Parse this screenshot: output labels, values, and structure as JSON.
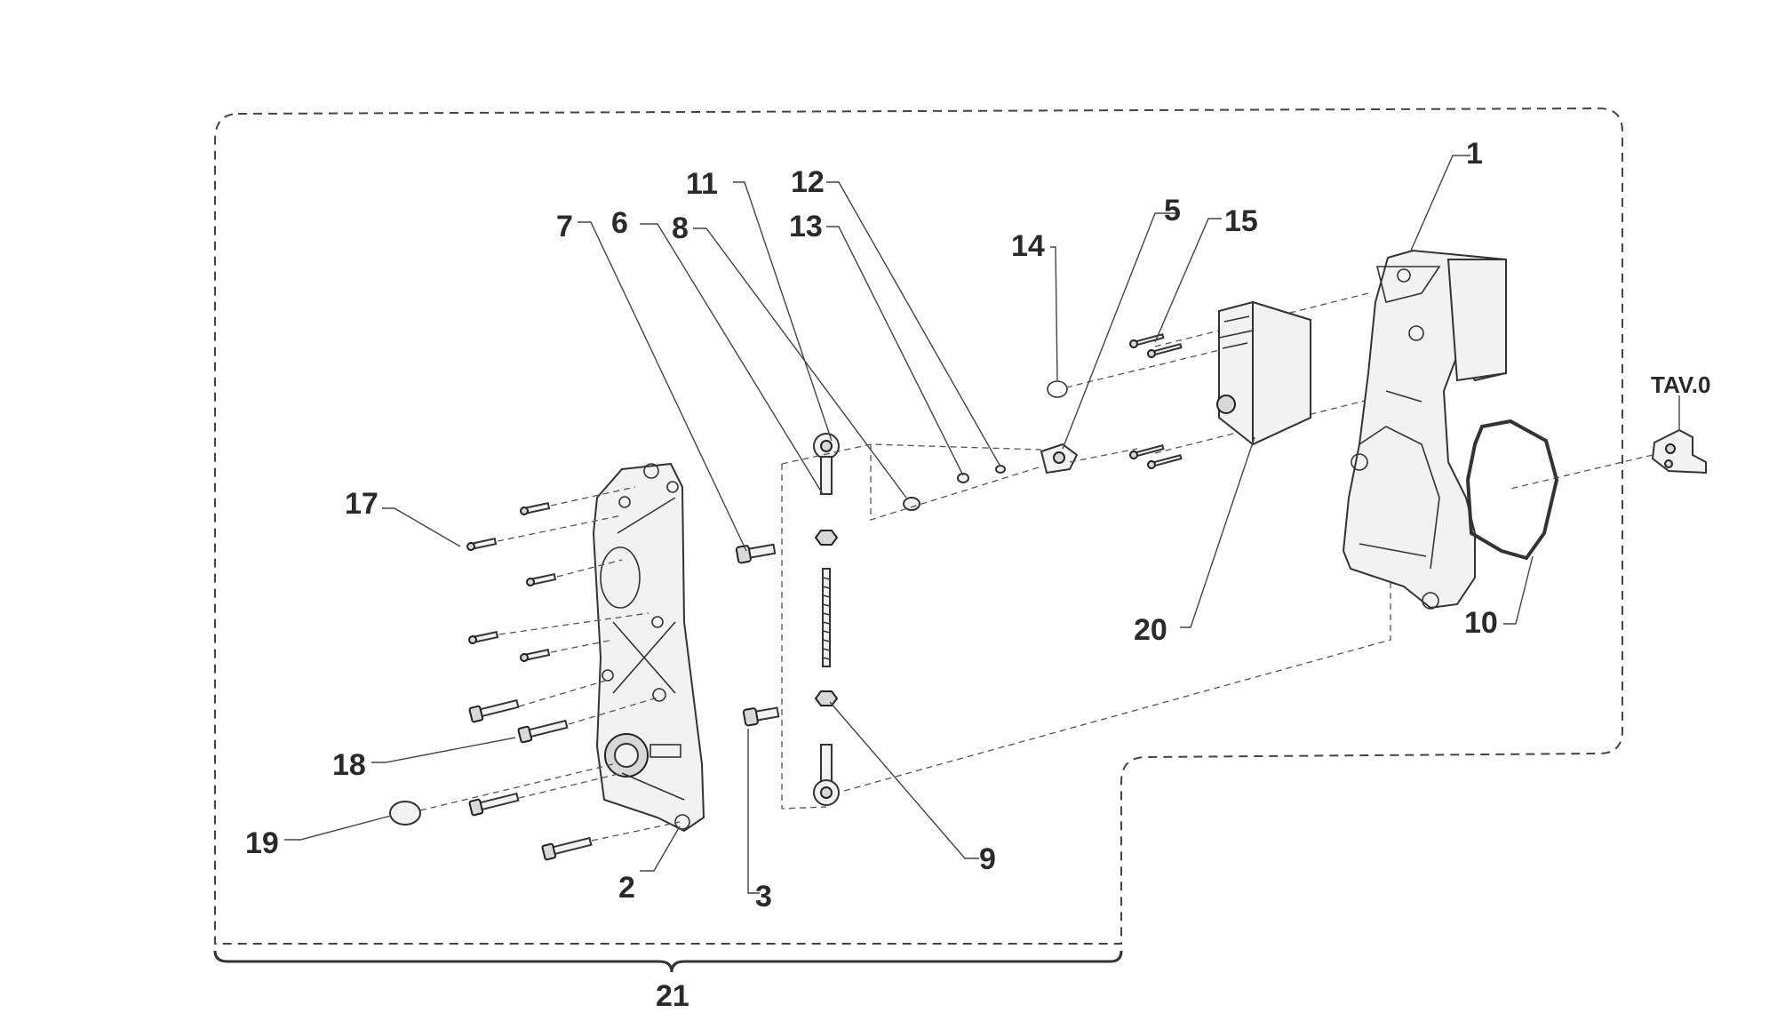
{
  "callouts": {
    "c1": "1",
    "c2": "2",
    "c3": "3",
    "c5": "5",
    "c6": "6",
    "c7": "7",
    "c8": "8",
    "c9": "9",
    "c10": "10",
    "c11": "11",
    "c12": "12",
    "c13": "13",
    "c14": "14",
    "c15": "15",
    "c17": "17",
    "c18": "18",
    "c19": "19",
    "c20": "20",
    "c21": "21",
    "tav": "TAV.0"
  },
  "colors": {
    "ink": "#2a2a2a",
    "background": "#ffffff"
  }
}
